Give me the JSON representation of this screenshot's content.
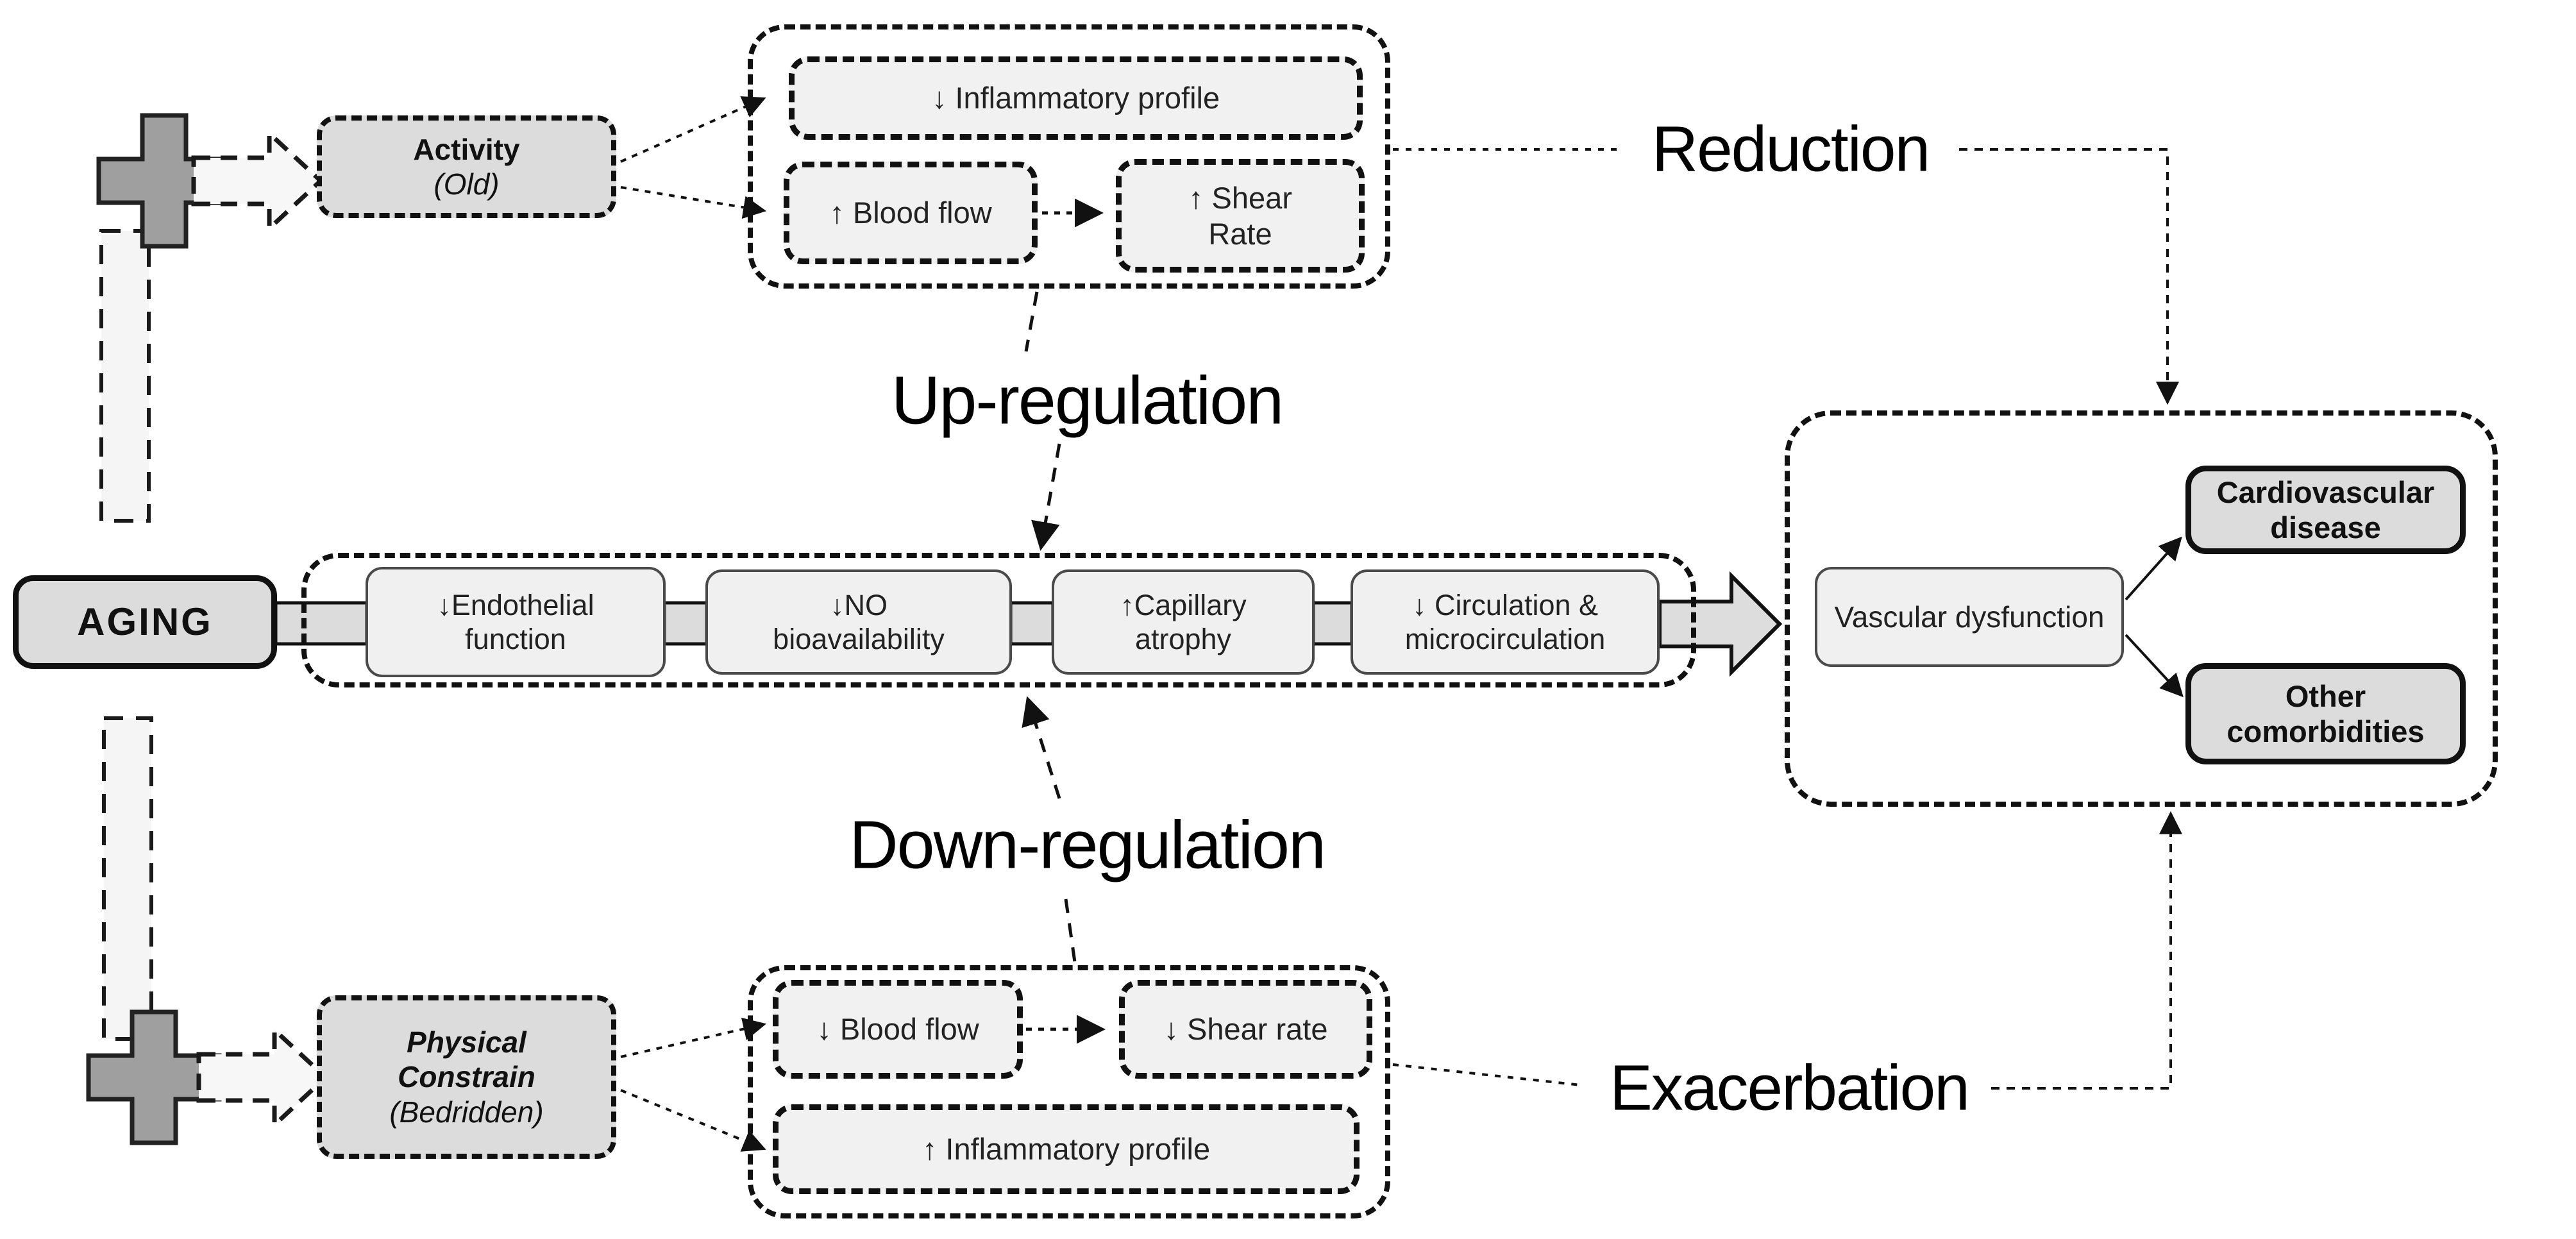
{
  "palette": {
    "box_fill_light": "#f0f0f0",
    "box_fill_gray": "#dcdcdc",
    "cross_fill": "#9f9f9f",
    "band_fill": "#f5f5f5",
    "line_color": "#111111"
  },
  "labels": {
    "reduction": "Reduction",
    "up_regulation": "Up-regulation",
    "down_regulation": "Down-regulation",
    "exacerbation": "Exacerbation"
  },
  "aging": {
    "label": "AGING"
  },
  "activity": {
    "title": "Activity",
    "subtitle": "(Old)"
  },
  "physical": {
    "title": "Physical\nConstrain",
    "subtitle": "(Bedridden)"
  },
  "top_group": {
    "inflammatory": "↓ Inflammatory profile",
    "blood_flow": "↑ Blood flow",
    "shear_rate": "↑ Shear\nRate"
  },
  "chain": [
    {
      "label": "↓Endothelial\nfunction"
    },
    {
      "label": "↓NO\nbioavailability"
    },
    {
      "label": "↑Capillary\natrophy"
    },
    {
      "label": "↓ Circulation &\nmicrocirculation"
    }
  ],
  "bottom_group": {
    "blood_flow": "↓ Blood flow",
    "shear_rate": "↓ Shear rate",
    "inflammatory": "↑ Inflammatory profile"
  },
  "outcome": {
    "vascular": "Vascular dysfunction",
    "cardiovascular": "Cardiovascular\ndisease",
    "other": "Other\ncomorbidities"
  }
}
